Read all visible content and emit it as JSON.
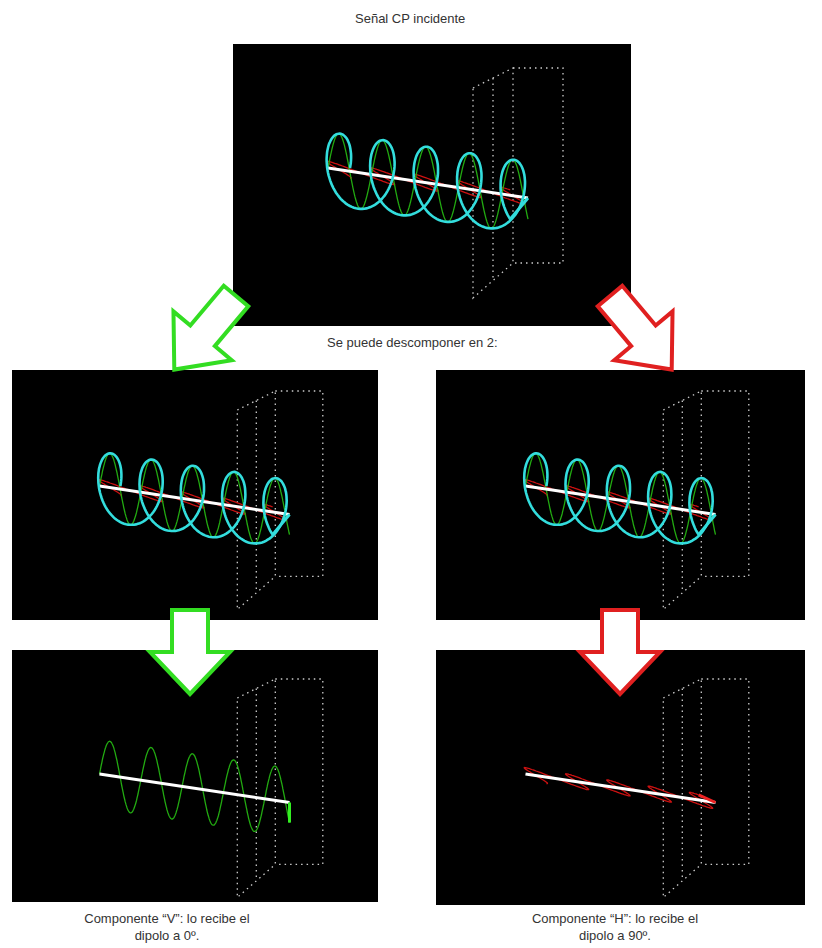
{
  "diagram": {
    "title": "Señal CP incidente",
    "labels": [
      "Se puede descomponer en 2:",
      "Componente “V”: lo recibe el dipolo a 0º.",
      "Componente “H”: lo recibe el dipolo a 90º."
    ]
  }
}
